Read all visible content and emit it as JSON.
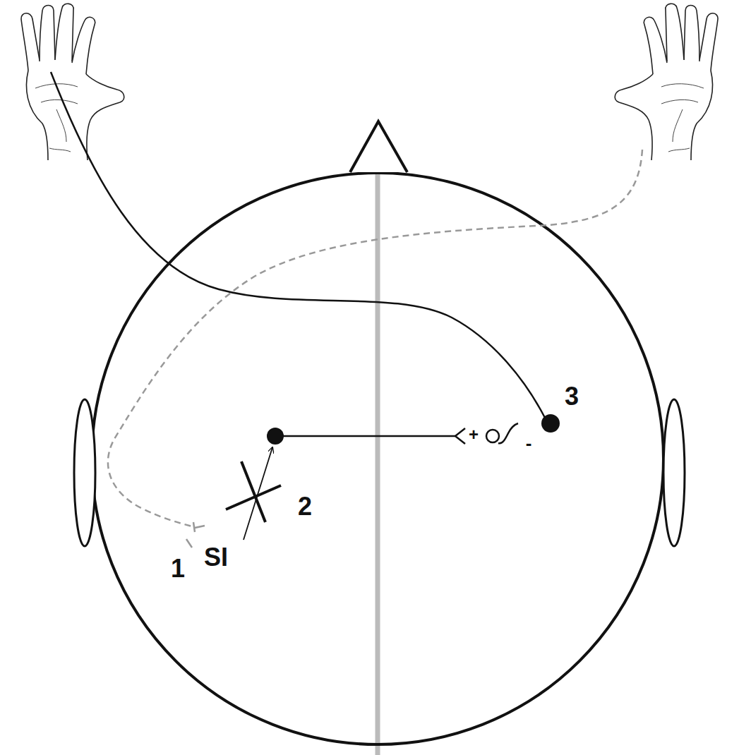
{
  "diagram": {
    "labels": [
      "3",
      "+",
      "-",
      "2",
      "SI",
      "1"
    ]
  }
}
